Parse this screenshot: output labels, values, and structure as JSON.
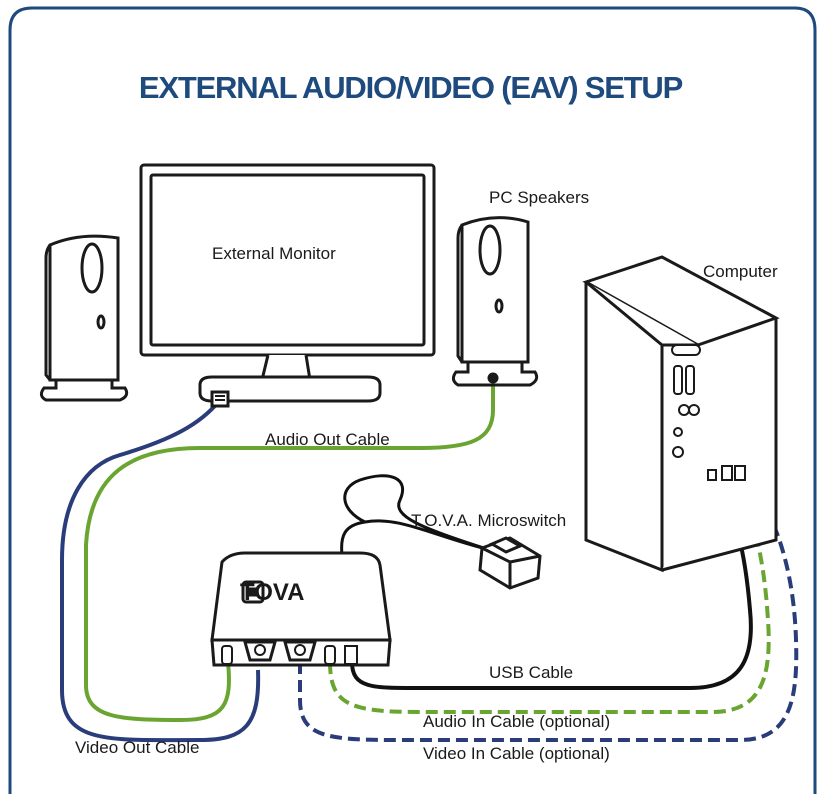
{
  "title": "EXTERNAL AUDIO/VIDEO (EAV) SETUP",
  "labels": {
    "external_monitor": "External Monitor",
    "pc_speakers": "PC Speakers",
    "computer": "Computer",
    "audio_out_cable": "Audio Out Cable",
    "microswitch": "T.O.V.A. Microswitch",
    "usb_cable": "USB Cable",
    "audio_in_cable": "Audio In Cable (optional)",
    "video_in_cable": "Video In Cable (optional)",
    "video_out_cable": "Video Out Cable"
  },
  "device_brand": "TOVA",
  "colors": {
    "title": "#1e4a7d",
    "frame": "#1e4a7d",
    "video_cable": "#2a3d7a",
    "audio_cable": "#6aa531",
    "usb_cable": "#111111",
    "outline": "#1a1a1a"
  }
}
